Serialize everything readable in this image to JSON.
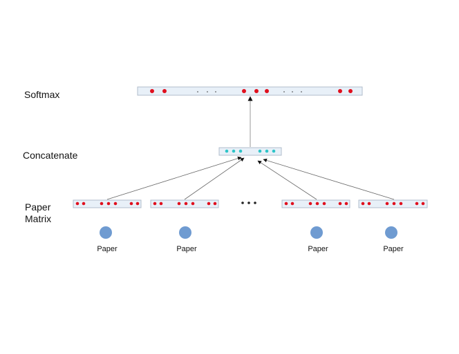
{
  "labels": {
    "softmax": "Softmax",
    "concatenate": "Concatenate",
    "paper_matrix_line1": "Paper",
    "paper_matrix_line2": "Matrix"
  },
  "paper_captions": [
    "Paper",
    "Paper",
    "Paper",
    "Paper"
  ],
  "ellipsis": "• • •",
  "colors": {
    "bar_fill": "#e8f0f8",
    "bar_stroke": "#b0bccb",
    "red_dot": "#e0101e",
    "teal_dot": "#2ec4c8",
    "paper_circle": "#6f9bd1",
    "arrow": "#555555"
  }
}
